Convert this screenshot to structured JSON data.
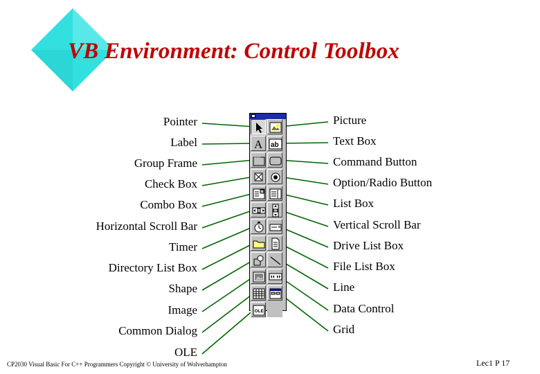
{
  "slide": {
    "title": "VB Environment: Control Toolbox",
    "footer": "CP2030 Visual Basic For C++ Programmers   Copyright © University of Wolverhampton",
    "page": "Lec1 P 17",
    "title_color": "#c00000",
    "accent_color": "#33e0e0"
  },
  "left_labels": [
    "Pointer",
    "Label",
    "Group Frame",
    "Check Box",
    "Combo Box",
    "Horizontal Scroll Bar",
    "Timer",
    "Directory List Box",
    "Shape",
    "Image",
    "Common Dialog",
    "OLE"
  ],
  "right_labels": [
    "Picture",
    "Text Box",
    "Command Button",
    "Option/Radio Button",
    "List Box",
    "Vertical Scroll Bar",
    "Drive List Box",
    "File List Box",
    "Line",
    "Data Control",
    "Grid"
  ],
  "toolbox": {
    "tools": [
      {
        "name": "pointer-icon"
      },
      {
        "name": "picture-icon"
      },
      {
        "name": "label-icon",
        "glyph": "A"
      },
      {
        "name": "textbox-icon",
        "glyph": "ab"
      },
      {
        "name": "frame-icon"
      },
      {
        "name": "command-button-icon"
      },
      {
        "name": "checkbox-icon"
      },
      {
        "name": "option-button-icon"
      },
      {
        "name": "combobox-icon"
      },
      {
        "name": "listbox-icon"
      },
      {
        "name": "hscrollbar-icon"
      },
      {
        "name": "vscrollbar-icon"
      },
      {
        "name": "timer-icon"
      },
      {
        "name": "drive-listbox-icon"
      },
      {
        "name": "dir-listbox-icon"
      },
      {
        "name": "file-listbox-icon"
      },
      {
        "name": "shape-icon"
      },
      {
        "name": "line-icon"
      },
      {
        "name": "image-icon"
      },
      {
        "name": "data-control-icon"
      },
      {
        "name": "grid-icon"
      },
      {
        "name": "common-dialog-icon"
      },
      {
        "name": "ole-icon",
        "glyph": "OLE"
      },
      {
        "name": "empty-slot"
      }
    ]
  }
}
